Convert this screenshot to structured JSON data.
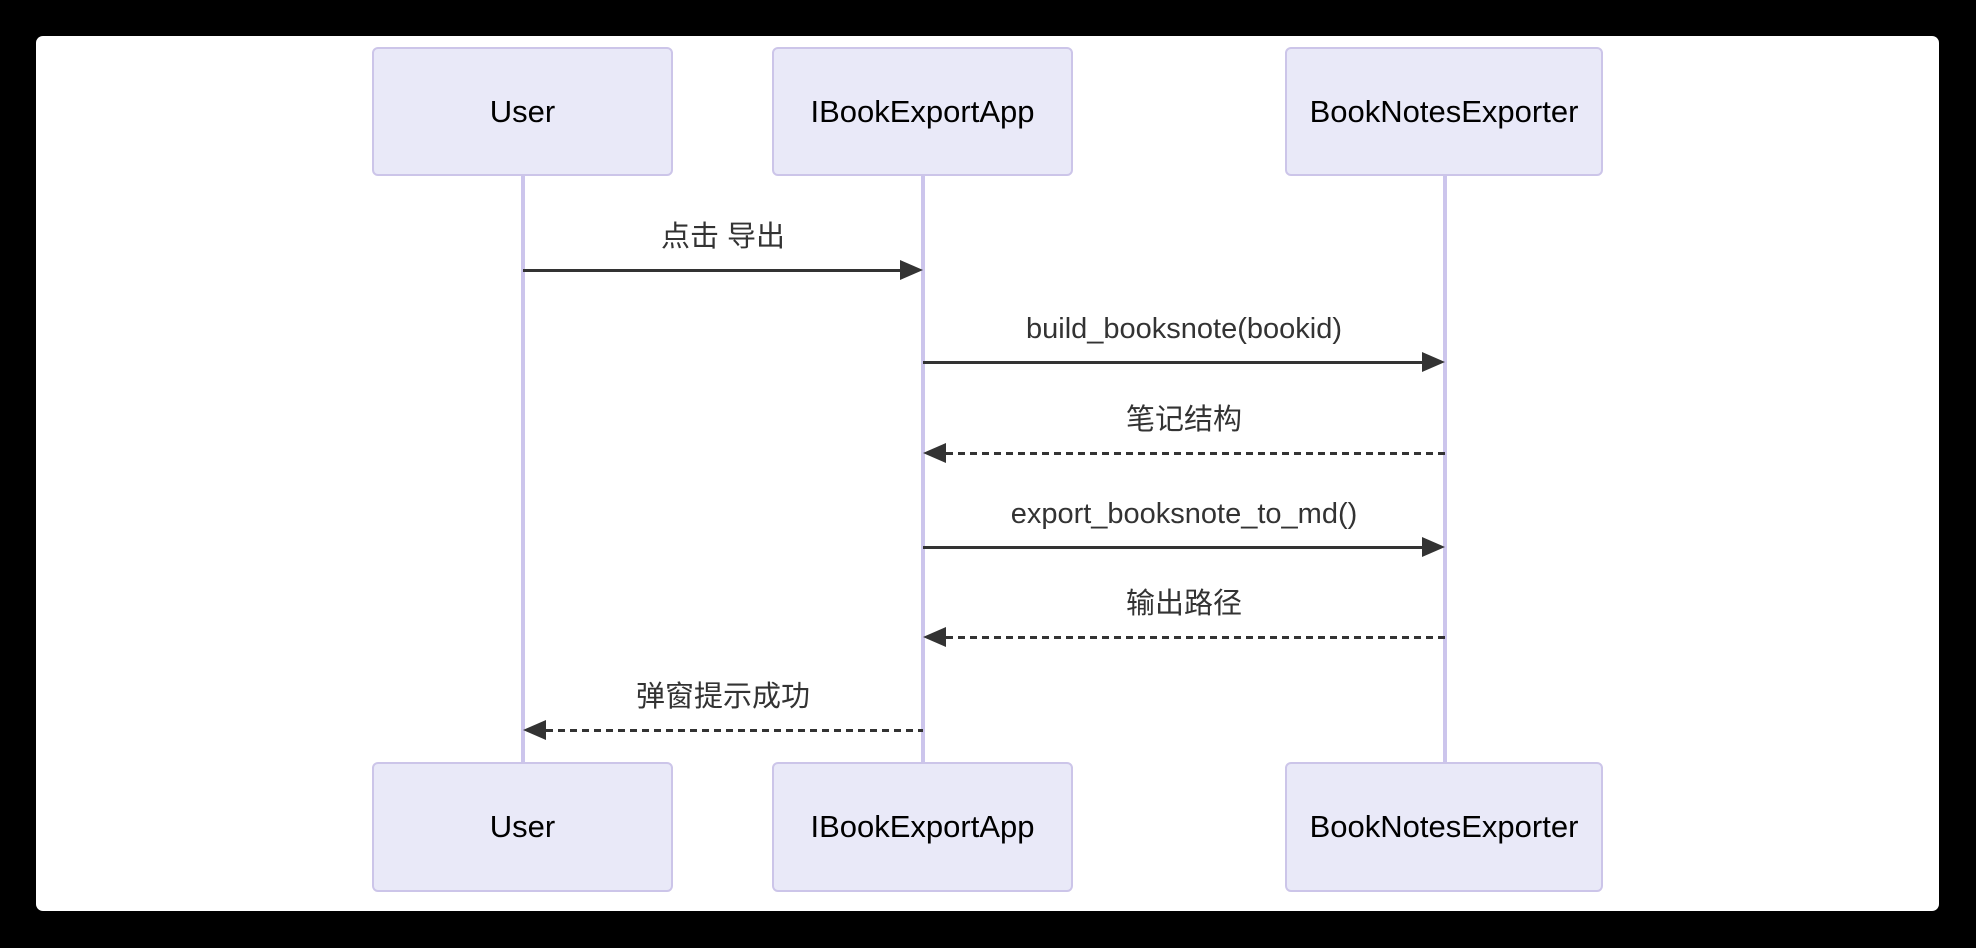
{
  "diagram": {
    "type": "sequence",
    "actors": [
      {
        "id": "user",
        "label": "User"
      },
      {
        "id": "app",
        "label": "IBookExportApp"
      },
      {
        "id": "exporter",
        "label": "BookNotesExporter"
      }
    ],
    "messages": [
      {
        "index": 1,
        "from": "User",
        "to": "IBookExportApp",
        "label": "点击 导出",
        "line": "solid",
        "direction": "right"
      },
      {
        "index": 2,
        "from": "IBookExportApp",
        "to": "BookNotesExporter",
        "label": "build_booksnote(bookid)",
        "line": "solid",
        "direction": "right"
      },
      {
        "index": 3,
        "from": "BookNotesExporter",
        "to": "IBookExportApp",
        "label": "笔记结构",
        "line": "dashed",
        "direction": "left"
      },
      {
        "index": 4,
        "from": "IBookExportApp",
        "to": "BookNotesExporter",
        "label": "export_booksnote_to_md()",
        "line": "solid",
        "direction": "right"
      },
      {
        "index": 5,
        "from": "BookNotesExporter",
        "to": "IBookExportApp",
        "label": "输出路径",
        "line": "dashed",
        "direction": "left"
      },
      {
        "index": 6,
        "from": "IBookExportApp",
        "to": "User",
        "label": "弹窗提示成功",
        "line": "dashed",
        "direction": "left"
      }
    ],
    "colors": {
      "frame_background": "#000000",
      "canvas_background": "#ffffff",
      "actor_fill": "#e9e9f8",
      "actor_border": "#ccc5e9",
      "lifeline": "#ccc5ec",
      "message": "#333333",
      "actor_text": "#000000"
    }
  }
}
